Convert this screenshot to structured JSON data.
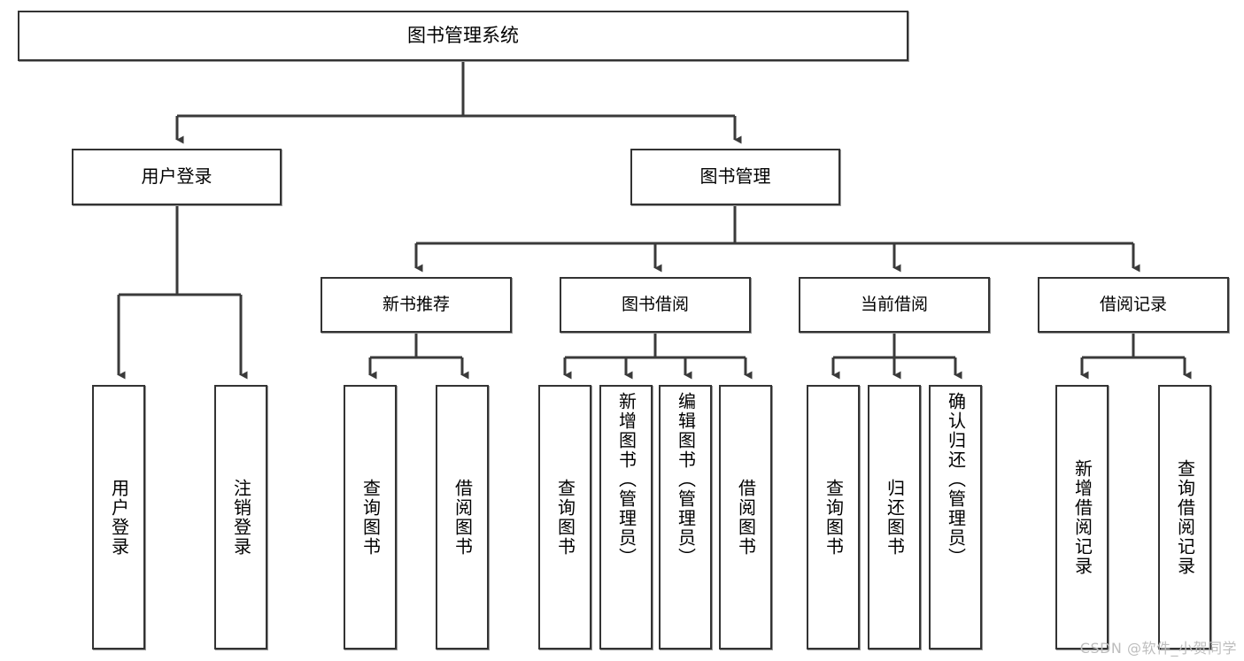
{
  "diagram": {
    "title": "图书管理系统",
    "watermark": "CSDN @软件_小贺同学",
    "colors": {
      "box_border": "#333333",
      "box_fill": "#ffffff",
      "connector": "#3a3a3a",
      "canvas": "#ffffff",
      "watermark_text": "#bdbdbd"
    },
    "root": {
      "label": "图书管理系统"
    },
    "level1": [
      {
        "label": "用户登录"
      },
      {
        "label": "图书管理"
      }
    ],
    "level2": [
      {
        "label": "新书推荐"
      },
      {
        "label": "图书借阅"
      },
      {
        "label": "当前借阅"
      },
      {
        "label": "借阅记录"
      }
    ],
    "leaves": {
      "user_login": [
        {
          "label": "用户登录"
        },
        {
          "label": "注销登录"
        }
      ],
      "new_book_recommend": [
        {
          "label": "查询图书"
        },
        {
          "label": "借阅图书"
        }
      ],
      "book_borrow": [
        {
          "label": "查询图书"
        },
        {
          "label": "新增图书（管理员）"
        },
        {
          "label": "编辑图书（管理员）"
        },
        {
          "label": "借阅图书"
        }
      ],
      "current_borrow": [
        {
          "label": "查询图书"
        },
        {
          "label": "归还图书"
        },
        {
          "label": "确认归还（管理员）"
        }
      ],
      "borrow_record": [
        {
          "label": "新增借阅记录"
        },
        {
          "label": "查询借阅记录"
        }
      ]
    }
  }
}
